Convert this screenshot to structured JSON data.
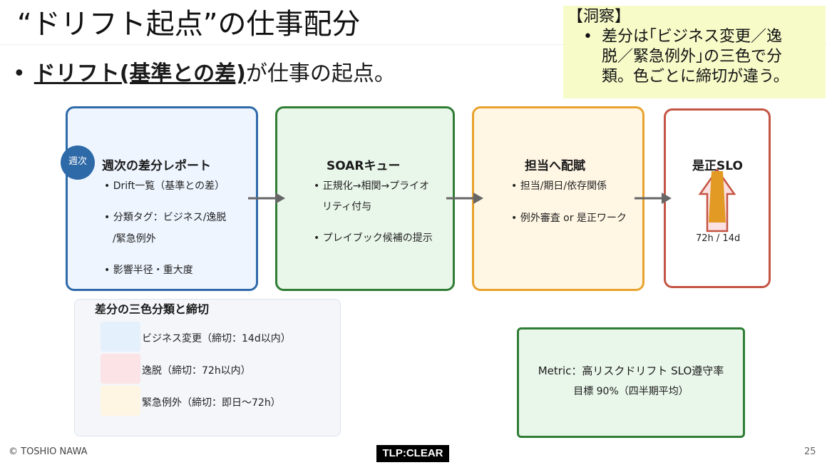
{
  "slide": {
    "title": "“ドリフト起点”の仕事配分",
    "lead": {
      "strong": "ドリフト(基準との差)",
      "rest": "が仕事の起点。"
    }
  },
  "insight": {
    "heading": "【洞察】",
    "lines": [
      "差分は｢ビジネス変更／逸",
      "脱／緊急例外｣の三色で分",
      "類。色ごとに締切が違う。"
    ]
  },
  "flow": {
    "weekly": {
      "badge": "週次",
      "title": "週次の差分レポート",
      "items": [
        "• Drift一覧（基準との差）",
        "• 分類タグ：ビジネス/逸脱",
        "/緊急例外",
        "• 影響半径・重大度"
      ]
    },
    "soar": {
      "title": "SOARキュー",
      "items": [
        "• 正規化→相関→プライオ",
        "リティ付与",
        "• プレイブック候補の提示"
      ]
    },
    "assign": {
      "title": "担当へ配賦",
      "items": [
        "• 担当/期日/依存関係",
        "• 例外審査 or 是正ワーク"
      ]
    },
    "slo": {
      "title": "是正SLO",
      "value": "72h / 14d"
    }
  },
  "legend": {
    "title": "差分の三色分類と締切",
    "items": [
      {
        "label": "ビジネス変更（締切：14d以内）",
        "color": "#e4f0fc"
      },
      {
        "label": "逸脱（締切：72h以内）",
        "color": "#fce3e6"
      },
      {
        "label": "緊急例外（締切：即日〜72h）",
        "color": "#fef6e2"
      }
    ]
  },
  "metric": {
    "line1": "Metric：高リスクドリフト SLO遵守率",
    "line2": "目標 90%（四半期平均）"
  },
  "footer": {
    "copyright": "© TOSHIO NAWA",
    "tlp": "TLP:CLEAR",
    "page": "25"
  },
  "colors": {
    "weekly_border": "#2e6aa8",
    "soar_border": "#2f7d35",
    "assign_border": "#e8a22d",
    "slo_border": "#c45443",
    "insight_bg": "#f6fbc8"
  }
}
